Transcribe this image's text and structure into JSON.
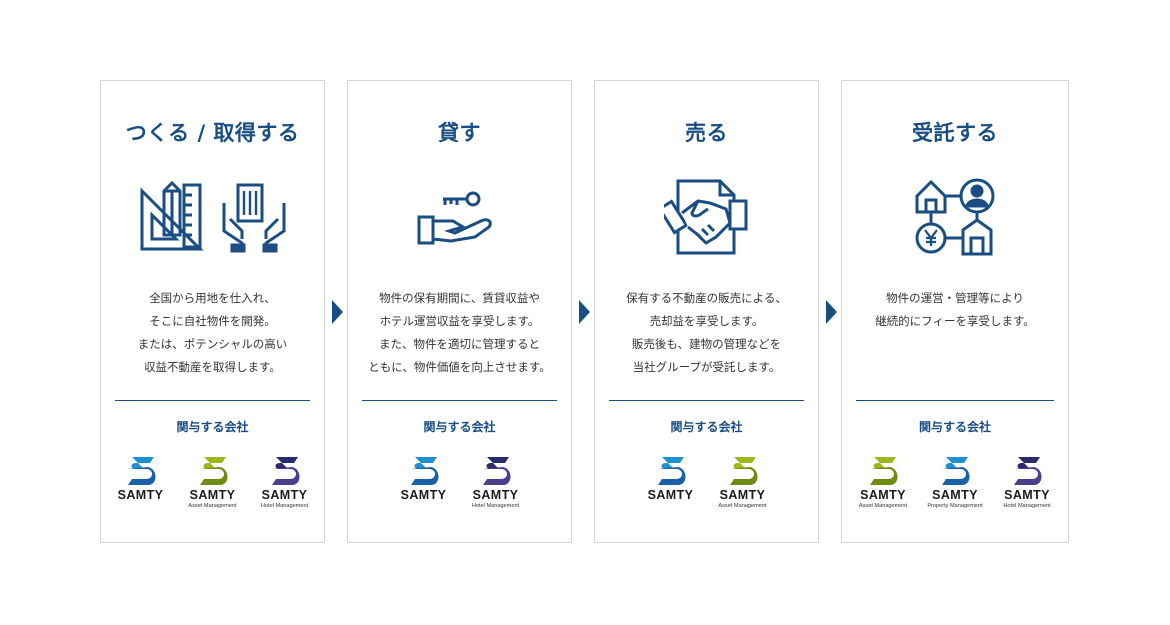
{
  "colors": {
    "accent": "#1a4e82",
    "samty_blue": "#1e8fcf",
    "samty_green": "#9cb81e",
    "samty_navy": "#2a2a6e"
  },
  "cards": [
    {
      "title": "つくる / 取得する",
      "icon": "drafting-tools-and-building-in-hands-icon",
      "desc": [
        "全国から用地を仕入れ、",
        "そこに自社物件を開発。",
        "または、ポテンシャルの高い",
        "収益不動産を取得します。"
      ],
      "company_heading": "関与する会社",
      "logos": [
        {
          "word": "SAMTY",
          "sub": "",
          "variant": "blue"
        },
        {
          "word": "SAMTY",
          "sub": "Asset Management",
          "variant": "green"
        },
        {
          "word": "SAMTY",
          "sub": "Hotel Management",
          "variant": "navy"
        }
      ]
    },
    {
      "title": "貸す",
      "icon": "key-on-hand-icon",
      "desc": [
        "物件の保有期間に、賃貸収益や",
        "ホテル運営収益を享受します。",
        "また、物件を適切に管理すると",
        "ともに、物件価値を向上させます。"
      ],
      "company_heading": "関与する会社",
      "logos": [
        {
          "word": "SAMTY",
          "sub": "",
          "variant": "blue"
        },
        {
          "word": "SAMTY",
          "sub": "Hotel Management",
          "variant": "navy"
        }
      ]
    },
    {
      "title": "売る",
      "icon": "handshake-document-icon",
      "desc": [
        "保有する不動産の販売による、",
        "売却益を享受します。",
        "販売後も、建物の管理などを",
        "当社グループが受託します。"
      ],
      "company_heading": "関与する会社",
      "logos": [
        {
          "word": "SAMTY",
          "sub": "",
          "variant": "blue"
        },
        {
          "word": "SAMTY",
          "sub": "Asset Management",
          "variant": "green"
        }
      ]
    },
    {
      "title": "受託する",
      "icon": "property-network-icon",
      "desc": [
        "物件の運営・管理等により",
        "継続的にフィーを享受します。"
      ],
      "company_heading": "関与する会社",
      "logos": [
        {
          "word": "SAMTY",
          "sub": "Asset Management",
          "variant": "green"
        },
        {
          "word": "SAMTY",
          "sub": "Property Management",
          "variant": "blue"
        },
        {
          "word": "SAMTY",
          "sub": "Hotel Management",
          "variant": "navy"
        }
      ]
    }
  ]
}
